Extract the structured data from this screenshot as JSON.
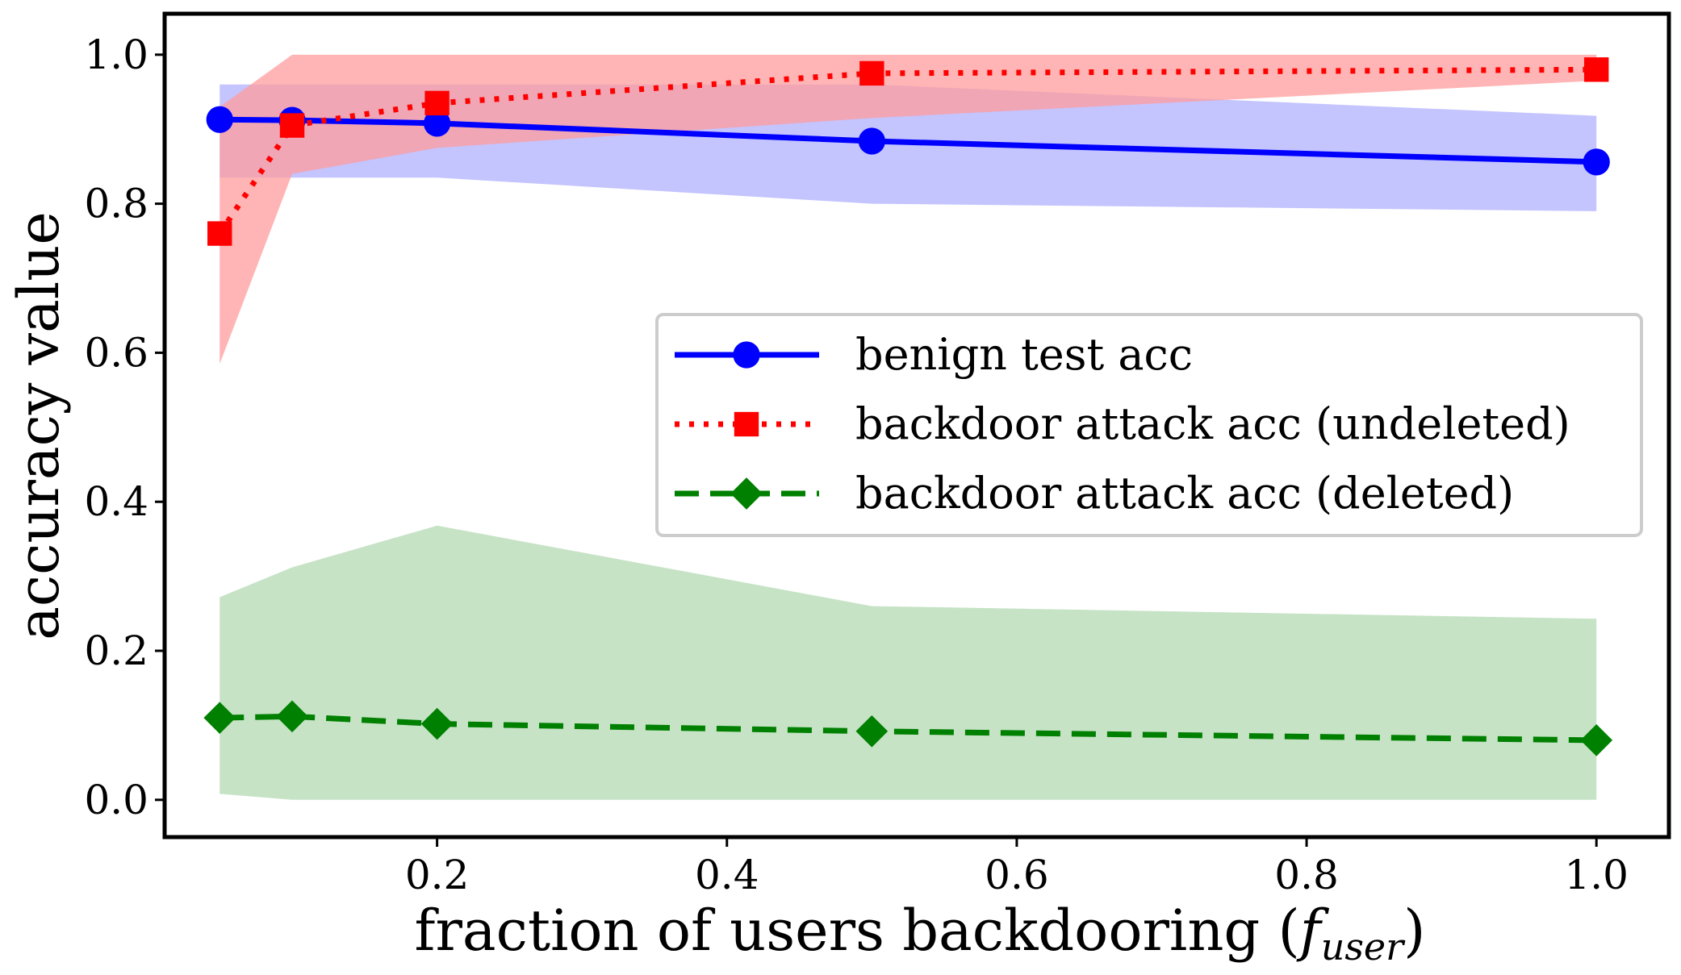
{
  "chart_data": {
    "type": "line",
    "xlabel": "fraction of users backdooring (",
    "xlabel_math": "f",
    "xlabel_sub": "user",
    "xlabel_close": ")",
    "ylabel": "accuracy value",
    "xlim": [
      0.012,
      1.05
    ],
    "ylim": [
      -0.05,
      1.055
    ],
    "xticks": [
      0.2,
      0.4,
      0.6,
      0.8,
      1.0
    ],
    "xtick_labels": [
      "0.2",
      "0.4",
      "0.6",
      "0.8",
      "1.0"
    ],
    "yticks": [
      0.0,
      0.2,
      0.4,
      0.6,
      0.8,
      1.0
    ],
    "ytick_labels": [
      "0.0",
      "0.2",
      "0.4",
      "0.6",
      "0.8",
      "1.0"
    ],
    "grid": false,
    "legend_position": "center-right",
    "x": [
      0.05,
      0.1,
      0.2,
      0.5,
      1.0
    ],
    "series": [
      {
        "name": "benign test acc",
        "values": [
          0.913,
          0.912,
          0.908,
          0.884,
          0.856
        ],
        "lower": [
          0.835,
          0.835,
          0.835,
          0.8,
          0.79
        ],
        "upper": [
          0.96,
          0.96,
          0.96,
          0.96,
          0.918
        ],
        "color": "#0000ff",
        "band_color": "#b0b0ff",
        "marker": "circle",
        "linestyle": "solid"
      },
      {
        "name": "backdoor attack acc (undeleted)",
        "values": [
          0.76,
          0.905,
          0.935,
          0.975,
          0.98
        ],
        "lower": [
          0.585,
          0.84,
          0.875,
          0.915,
          0.965
        ],
        "upper": [
          0.93,
          1.0,
          1.0,
          1.0,
          1.0
        ],
        "color": "#ff0000",
        "band_color": "#ff9c9c",
        "marker": "square",
        "linestyle": "dotted"
      },
      {
        "name": "backdoor attack acc (deleted)",
        "values": [
          0.11,
          0.112,
          0.102,
          0.092,
          0.08
        ],
        "lower": [
          0.008,
          0.0,
          0.0,
          0.0,
          0.0
        ],
        "upper": [
          0.272,
          0.312,
          0.368,
          0.26,
          0.243
        ],
        "color": "#008000",
        "band_color": "#b3d9b3",
        "marker": "diamond",
        "linestyle": "dashed"
      }
    ]
  }
}
